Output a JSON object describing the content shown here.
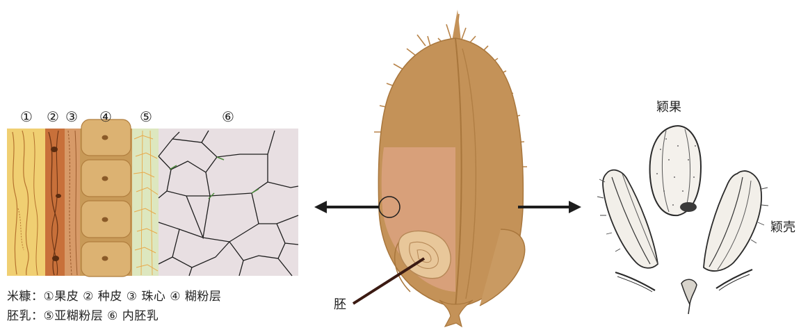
{
  "layer_numbers": [
    "①",
    "②",
    "③",
    "④",
    "⑤",
    "⑥"
  ],
  "captions": {
    "bran": "米糠：①果皮  ② 种皮  ③ 珠心  ④ 糊粉层",
    "endosperm": "胚乳：⑤亚糊粉层  ⑥ 内胚乳"
  },
  "labels": {
    "embryo": "胚",
    "caryopsis": "颖果",
    "husk": "颖壳"
  },
  "colors": {
    "pericarp": "#f0cf72",
    "seed_coat": "#c8703a",
    "nucellus": "#d79a68",
    "aleurone": "#c89a58",
    "subaleurone": "#dde7bf",
    "endosperm": "#e8dfe2",
    "grain_husk": "#c49258",
    "grain_inner": "#d8a07a"
  }
}
